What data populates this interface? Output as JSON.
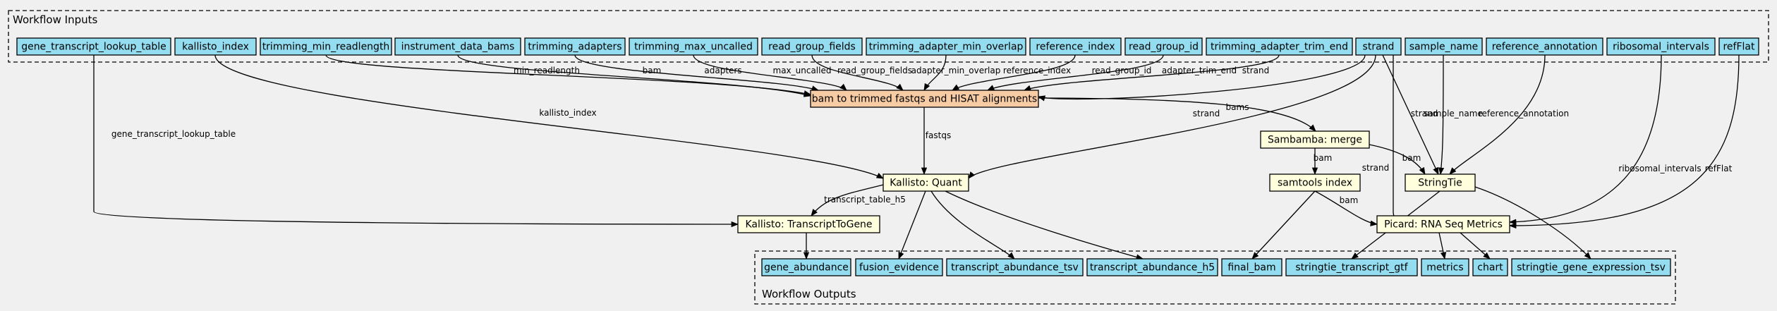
{
  "clusters": {
    "inputs_label": "Workflow Inputs",
    "outputs_label": "Workflow Outputs"
  },
  "inputs": [
    {
      "id": "gene_transcript_lookup_table",
      "label": "gene_transcript_lookup_table"
    },
    {
      "id": "kallisto_index",
      "label": "kallisto_index"
    },
    {
      "id": "trimming_min_readlength",
      "label": "trimming_min_readlength"
    },
    {
      "id": "instrument_data_bams",
      "label": "instrument_data_bams"
    },
    {
      "id": "trimming_adapters",
      "label": "trimming_adapters"
    },
    {
      "id": "trimming_max_uncalled",
      "label": "trimming_max_uncalled"
    },
    {
      "id": "read_group_fields",
      "label": "read_group_fields"
    },
    {
      "id": "trimming_adapter_min_overlap",
      "label": "trimming_adapter_min_overlap"
    },
    {
      "id": "reference_index",
      "label": "reference_index"
    },
    {
      "id": "read_group_id",
      "label": "read_group_id"
    },
    {
      "id": "trimming_adapter_trim_end",
      "label": "trimming_adapter_trim_end"
    },
    {
      "id": "strand",
      "label": "strand"
    },
    {
      "id": "sample_name",
      "label": "sample_name"
    },
    {
      "id": "reference_annotation",
      "label": "reference_annotation"
    },
    {
      "id": "ribosomal_intervals",
      "label": "ribosomal_intervals"
    },
    {
      "id": "refFlat",
      "label": "refFlat"
    }
  ],
  "steps": [
    {
      "id": "bam_to_trimmed",
      "label": "bam to trimmed fastqs and HISAT alignments",
      "kind": "main"
    },
    {
      "id": "sambamba",
      "label": "Sambamba: merge",
      "kind": "step"
    },
    {
      "id": "samtools",
      "label": "samtools index",
      "kind": "step"
    },
    {
      "id": "stringtie",
      "label": "StringTie",
      "kind": "step"
    },
    {
      "id": "kallisto_quant",
      "label": "Kallisto: Quant",
      "kind": "step"
    },
    {
      "id": "transcript_to_gene",
      "label": "Kallisto: TranscriptToGene",
      "kind": "step"
    },
    {
      "id": "picard",
      "label": "Picard: RNA Seq Metrics",
      "kind": "step"
    }
  ],
  "outputs": [
    {
      "id": "gene_abundance",
      "label": "gene_abundance"
    },
    {
      "id": "fusion_evidence",
      "label": "fusion_evidence"
    },
    {
      "id": "transcript_abundance_tsv",
      "label": "transcript_abundance_tsv"
    },
    {
      "id": "transcript_abundance_h5",
      "label": "transcript_abundance_h5"
    },
    {
      "id": "final_bam",
      "label": "final_bam"
    },
    {
      "id": "stringtie_transcript_gtf",
      "label": "stringtie_transcript_gtf"
    },
    {
      "id": "metrics",
      "label": "metrics"
    },
    {
      "id": "chart",
      "label": "chart"
    },
    {
      "id": "stringtie_gene_expression_tsv",
      "label": "stringtie_gene_expression_tsv"
    }
  ],
  "edges": [
    {
      "from": "trimming_min_readlength",
      "to": "bam_to_trimmed",
      "label": "min_readlength"
    },
    {
      "from": "instrument_data_bams",
      "to": "bam_to_trimmed",
      "label": "bam"
    },
    {
      "from": "trimming_adapters",
      "to": "bam_to_trimmed",
      "label": "adapters"
    },
    {
      "from": "trimming_max_uncalled",
      "to": "bam_to_trimmed",
      "label": "max_uncalled"
    },
    {
      "from": "read_group_fields",
      "to": "bam_to_trimmed",
      "label": "read_group_fields"
    },
    {
      "from": "trimming_adapter_min_overlap",
      "to": "bam_to_trimmed",
      "label": "adapter_min_overlap"
    },
    {
      "from": "reference_index",
      "to": "bam_to_trimmed",
      "label": "reference_index"
    },
    {
      "from": "read_group_id",
      "to": "bam_to_trimmed",
      "label": "read_group_id"
    },
    {
      "from": "trimming_adapter_trim_end",
      "to": "bam_to_trimmed",
      "label": "adapter_trim_end"
    },
    {
      "from": "strand",
      "to": "bam_to_trimmed",
      "label": "strand"
    },
    {
      "from": "kallisto_index",
      "to": "kallisto_quant",
      "label": "kallisto_index"
    },
    {
      "from": "gene_transcript_lookup_table",
      "to": "transcript_to_gene",
      "label": "gene_transcript_lookup_table"
    },
    {
      "from": "strand",
      "to": "kallisto_quant",
      "label": "strand"
    },
    {
      "from": "bam_to_trimmed",
      "to": "kallisto_quant",
      "label": "fastqs"
    },
    {
      "from": "bam_to_trimmed",
      "to": "sambamba",
      "label": "bams"
    },
    {
      "from": "strand",
      "to": "stringtie",
      "label": "strand"
    },
    {
      "from": "sample_name",
      "to": "stringtie",
      "label": "sample_name"
    },
    {
      "from": "reference_annotation",
      "to": "stringtie",
      "label": "reference_annotation"
    },
    {
      "from": "sambamba",
      "to": "stringtie",
      "label": "bam"
    },
    {
      "from": "sambamba",
      "to": "samtools",
      "label": "bam"
    },
    {
      "from": "strand",
      "to": "picard",
      "label": "strand"
    },
    {
      "from": "ribosomal_intervals",
      "to": "picard",
      "label": "ribosomal_intervals"
    },
    {
      "from": "refFlat",
      "to": "picard",
      "label": "refFlat"
    },
    {
      "from": "samtools",
      "to": "picard",
      "label": "bam"
    },
    {
      "from": "kallisto_quant",
      "to": "transcript_to_gene",
      "label": "transcript_table_h5"
    },
    {
      "from": "transcript_to_gene",
      "to": "gene_abundance",
      "label": ""
    },
    {
      "from": "kallisto_quant",
      "to": "fusion_evidence",
      "label": ""
    },
    {
      "from": "kallisto_quant",
      "to": "transcript_abundance_tsv",
      "label": ""
    },
    {
      "from": "kallisto_quant",
      "to": "transcript_abundance_h5",
      "label": ""
    },
    {
      "from": "samtools",
      "to": "final_bam",
      "label": ""
    },
    {
      "from": "stringtie",
      "to": "stringtie_transcript_gtf",
      "label": ""
    },
    {
      "from": "stringtie",
      "to": "stringtie_gene_expression_tsv",
      "label": ""
    },
    {
      "from": "picard",
      "to": "metrics",
      "label": ""
    },
    {
      "from": "picard",
      "to": "chart",
      "label": ""
    }
  ]
}
